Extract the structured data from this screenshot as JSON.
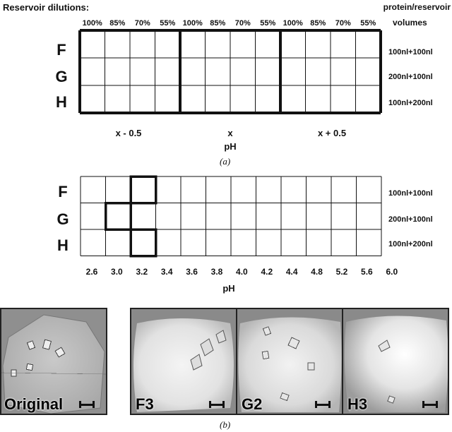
{
  "diagram": {
    "header": {
      "left_title": "Reservoir dilutions:",
      "right_title_line1": "protein/reservoir",
      "right_title_line2": "volumes"
    },
    "panel_a": {
      "percent_labels": [
        "100%",
        "85%",
        "70%",
        "55%",
        "100%",
        "85%",
        "70%",
        "55%",
        "100%",
        "85%",
        "70%",
        "55%"
      ],
      "rows": [
        "F",
        "G",
        "H"
      ],
      "volumes": [
        "100nl+100nl",
        "200nl+100nl",
        "100nl+200nl"
      ],
      "groups": [
        "x - 0.5",
        "x",
        "x + 0.5"
      ],
      "axis_label": "pH",
      "caption": "(a)"
    },
    "panel_b": {
      "rows": [
        "F",
        "G",
        "H"
      ],
      "volumes": [
        "100nl+100nl",
        "200nl+100nl",
        "100nl+200nl"
      ],
      "ph_values": [
        "2.6",
        "3.0",
        "3.2",
        "3.4",
        "3.6",
        "3.8",
        "4.0",
        "4.2",
        "4.4",
        "4.8",
        "5.2",
        "5.6",
        "6.0"
      ],
      "axis_label": "pH",
      "highlighted_cells": [
        "F3",
        "G2",
        "H3"
      ]
    },
    "photos": [
      {
        "label": "Original"
      },
      {
        "label": "F3"
      },
      {
        "label": "G2"
      },
      {
        "label": "H3"
      }
    ],
    "caption_b": "(b)"
  }
}
